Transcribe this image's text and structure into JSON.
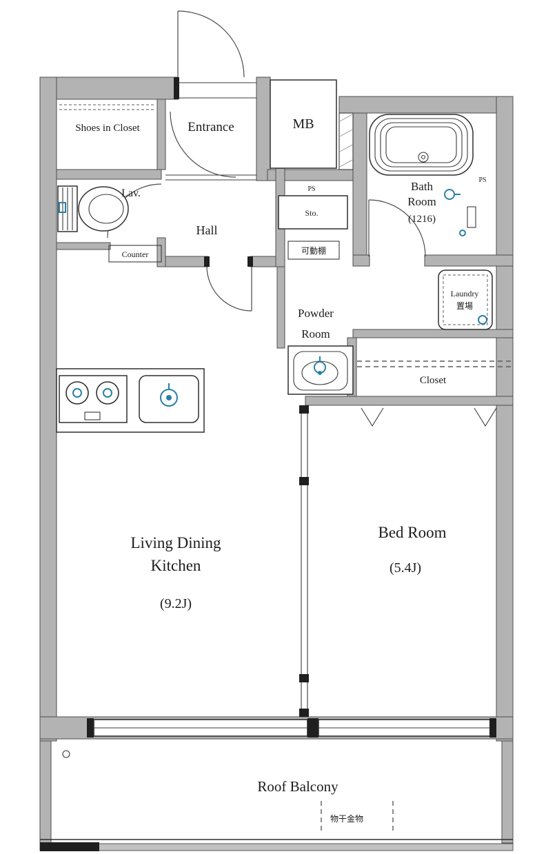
{
  "document": {
    "title": "Apartment Floor Plan"
  },
  "colors": {
    "wall_fill": "#b3b3b3",
    "wall_stroke": "#4d4d4d",
    "line": "#2e2e2e",
    "accent": "#2a7fa5",
    "background": "#ffffff"
  },
  "labels": {
    "shoes_in_closet": "Shoes in Closet",
    "entrance": "Entrance",
    "mb": "MB",
    "ps_left": "PS",
    "ps_right": "PS",
    "bath_line1": "Bath",
    "bath_line2": "Room",
    "bath_size": "(1216)",
    "lav": "Lav.",
    "hall": "Hall",
    "sto": "Sto.",
    "counter": "Counter",
    "movable_shelf": "可動棚",
    "powder_line1": "Powder",
    "powder_line2": "Room",
    "laundry_line1": "Laundry",
    "laundry_line2": "置場",
    "closet": "Closet",
    "living_line1": "Living Dining",
    "living_line2": "Kitchen",
    "living_size": "(9.2J)",
    "bedroom": "Bed Room",
    "bedroom_size": "(5.4J)",
    "roof_balcony": "Roof Balcony",
    "drying_hardware": "物干金物"
  }
}
